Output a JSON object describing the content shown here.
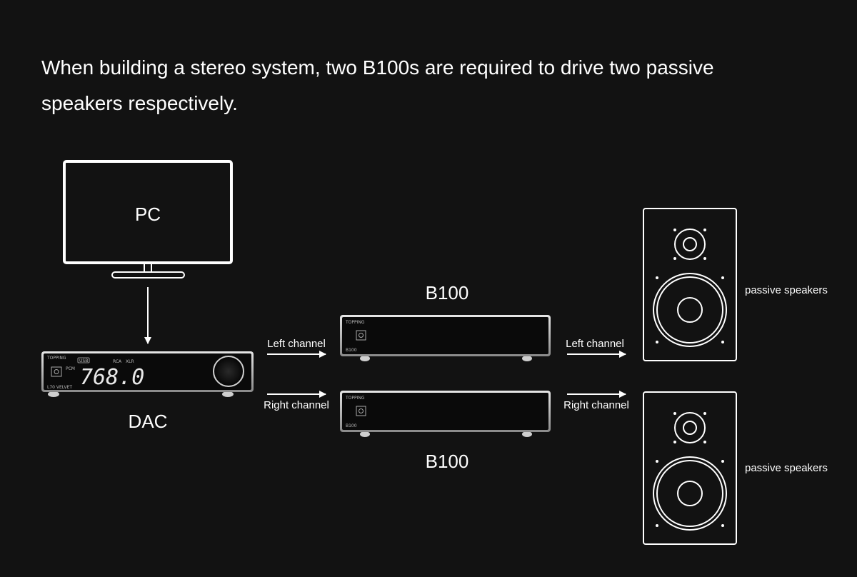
{
  "headline": {
    "line1": "When building a stereo system, two B100s are required to drive two passive",
    "line2": "speakers respectively."
  },
  "nodes": {
    "pc": "PC",
    "dac": "DAC",
    "amp_top": "B100",
    "amp_bottom": "B100",
    "speaker_top": "passive speakers",
    "speaker_bottom": "passive speakers"
  },
  "connections": {
    "dac_left": "Left channel",
    "dac_right": "Right channel",
    "amp_left": "Left channel",
    "amp_right": "Right channel"
  },
  "devices": {
    "brand": "TOPPING",
    "dac_display": "768.0",
    "dac_format": "PCM",
    "dac_input_rca": "RCA",
    "dac_input_xlr": "XLR",
    "dac_badge": "USB",
    "dac_model": "L70 VELVET",
    "amp_model": "B100"
  },
  "colors": {
    "background": "#121212",
    "foreground": "#ffffff",
    "device_face": "#0a0a0a"
  }
}
